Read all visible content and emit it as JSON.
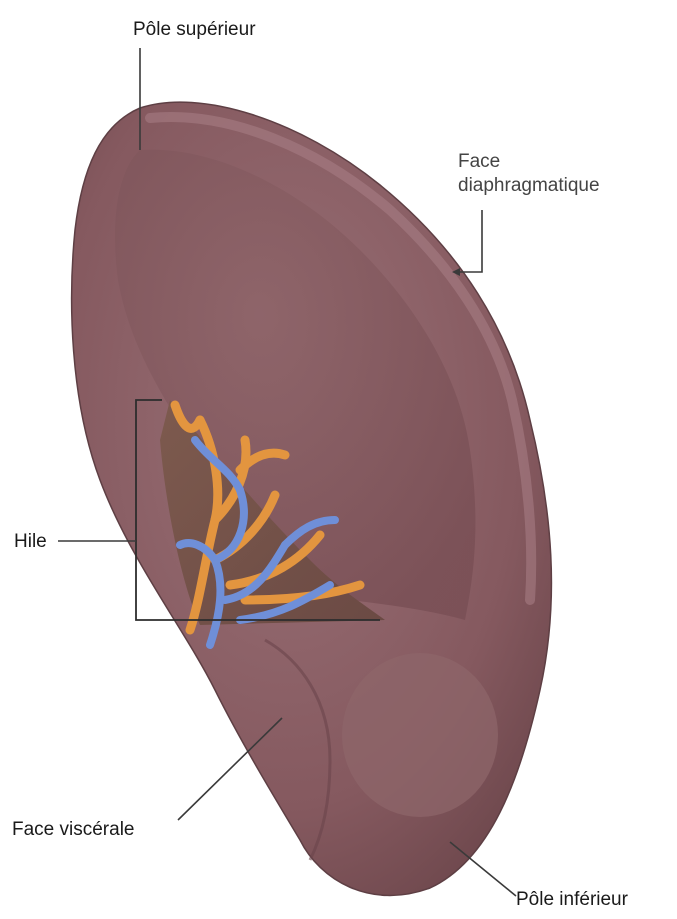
{
  "labels": {
    "pole_superieur": "Pôle supérieur",
    "face_diaphragmatique_line1": "Face",
    "face_diaphragmatique_line2": "diaphragmatique",
    "hile": "Hile",
    "face_viscerale": "Face viscérale",
    "pole_inferieur": "Pôle inférieur"
  },
  "colors": {
    "organ": "#8a6166",
    "organ_dark": "#6e4a50",
    "organ_light": "#a27b80",
    "artery": "#e3953f",
    "vein": "#6f8fd8",
    "leader": "#3a3a3a"
  }
}
